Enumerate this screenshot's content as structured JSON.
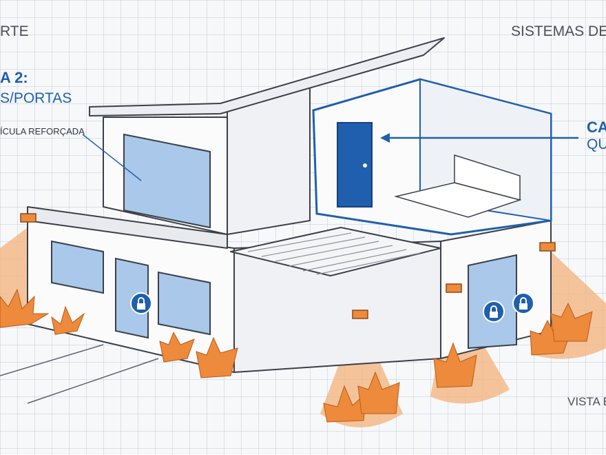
{
  "labels": {
    "top_left": "RTE",
    "layer_title": "A 2:",
    "layer_subtitle": "S/PORTAS",
    "film_callout": "ÍCULA REFORÇADA",
    "top_right": "SISTEMAS DE",
    "right_title": "CA",
    "right_subtitle": "QU",
    "bottom_right": "VISTA E"
  },
  "colors": {
    "grid": "#cdd1da",
    "outline": "#3a3f48",
    "accent_blue": "#1f5fae",
    "glass": "#a9c8ea",
    "light_cone": "#f4b27a",
    "burst": "#ee8a3c"
  },
  "icons": [
    "lock-icon",
    "lock-icon",
    "lock-icon",
    "floodlight-icon",
    "spiky-bush-icon"
  ]
}
